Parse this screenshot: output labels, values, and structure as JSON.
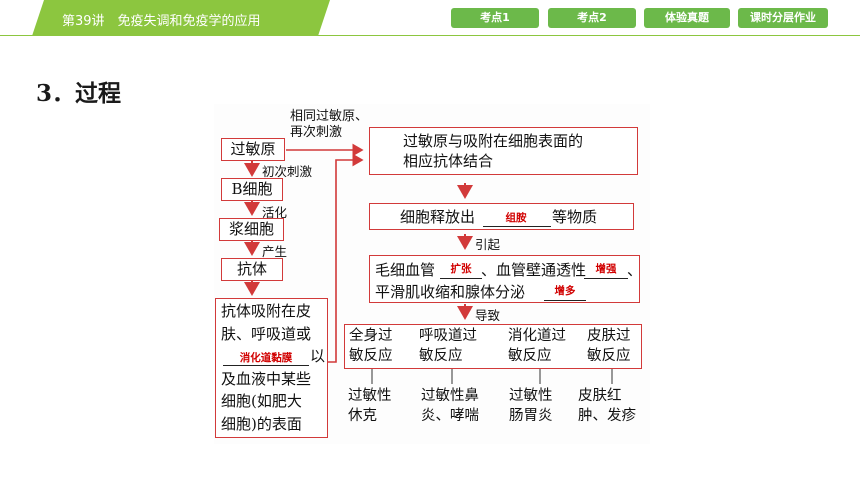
{
  "header": {
    "lecture_title": "第39讲　免疫失调和免疫学的应用",
    "tabs": [
      "考点1",
      "考点2",
      "体验真题",
      "课时分层作业"
    ]
  },
  "section_title": "3．过程",
  "flow": {
    "left_chain": {
      "allergen": "过敏原",
      "step1_label": "初次刺激",
      "b_cell": "B细胞",
      "step2_label": "活化",
      "plasma_cell": "浆细胞",
      "step3_label": "产生",
      "antibody": "抗体",
      "adsorb_lines": [
        "抗体吸附在皮",
        "肤、呼吸道或",
        "以",
        "及血液中某些",
        "细胞(如肥大",
        "细胞)的表面"
      ],
      "adsorb_blank": "消化道黏膜"
    },
    "reexposure_label_lines": [
      "相同过敏原、",
      "再次刺激"
    ],
    "right_chain": {
      "bind_lines": [
        "过敏原与吸附在细胞表面的",
        "相应抗体结合"
      ],
      "release_pre": "细胞释放出",
      "release_blank": "组胺",
      "release_post": "等物质",
      "cause_label": "引起",
      "effect_l1_pre": "毛细血管",
      "effect_blank1": "扩张",
      "effect_l1_mid": "、血管壁通透性",
      "effect_blank2": "增强",
      "effect_l1_post": "、",
      "effect_l2_pre": "平滑肌收缩和腺体分泌",
      "effect_blank3": "增多",
      "lead_label": "导致",
      "reactions": [
        {
          "top": [
            "全身过",
            "敏反应"
          ],
          "bottom": [
            "过敏性",
            "休克"
          ]
        },
        {
          "top": [
            "呼吸道过",
            "敏反应"
          ],
          "bottom": [
            "过敏性鼻",
            "炎、哮喘"
          ]
        },
        {
          "top": [
            "消化道过",
            "敏反应"
          ],
          "bottom": [
            "过敏性",
            "肠胃炎"
          ]
        },
        {
          "top": [
            "皮肤过",
            "敏反应"
          ],
          "bottom": [
            "皮肤红",
            "肿、发疹"
          ]
        }
      ]
    }
  },
  "colors": {
    "header_green": "#8cc63f",
    "tab_green": "#6cb94a",
    "box_border": "#d23a3a",
    "blank_red": "#d10000"
  }
}
